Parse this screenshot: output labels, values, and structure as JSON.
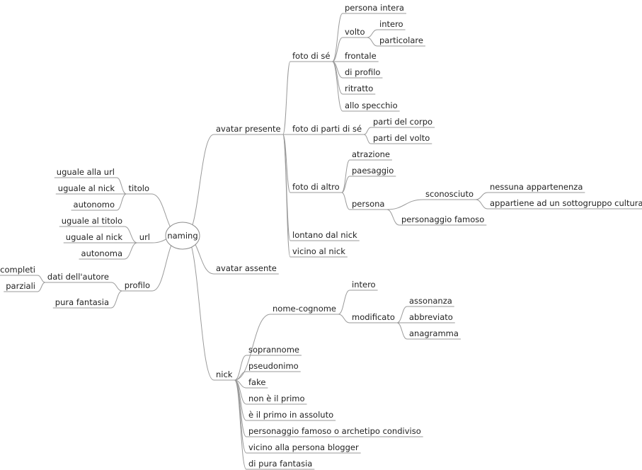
{
  "mindmap": {
    "root": "naming",
    "nodes": {
      "avatar_presente": "avatar presente",
      "foto_di_se": "foto di sé",
      "persona_intera": "persona intera",
      "volto": "volto",
      "volto_intero": "intero",
      "volto_particolare": "particolare",
      "frontale": "frontale",
      "di_profilo": "di profilo",
      "ritratto": "ritratto",
      "allo_specchio": "allo specchio",
      "foto_parti_se": "foto di parti di sé",
      "parti_corpo": "parti del corpo",
      "parti_volto": "parti del volto",
      "foto_altro": "foto di altro",
      "atrazione": "atrazione",
      "paesaggio": "paesaggio",
      "persona": "persona",
      "sconosciuto": "sconosciuto",
      "nessuna_appartenenza": "nessuna appartenenza",
      "appartiene_sottogruppo": "appartiene ad un sottogruppo culturale",
      "personaggio_famoso_avatar": "personaggio famoso",
      "lontano_nick": "lontano dal nick",
      "vicino_nick": "vicino al nick",
      "avatar_assente": "avatar assente",
      "nick": "nick",
      "nome_cognome": "nome-cognome",
      "nc_intero": "intero",
      "modificato": "modificato",
      "assonanza": "assonanza",
      "abbreviato": "abbreviato",
      "anagramma": "anagramma",
      "soprannome": "soprannome",
      "pseudonimo": "pseudonimo",
      "fake": "fake",
      "non_primo": "non è il primo",
      "primo_assoluto": "è il primo in assoluto",
      "famoso_archetipo": "personaggio famoso o archetipo condiviso",
      "vicino_blogger": "vicino alla persona blogger",
      "pura_fantasia_nick": "di pura fantasia",
      "titolo": "titolo",
      "uguale_url": "uguale alla url",
      "uguale_nick_titolo": "uguale al nick",
      "autonomo": "autonomo",
      "url": "url",
      "uguale_titolo": "uguale al titolo",
      "uguale_nick_url": "uguale al nick",
      "autonoma": "autonoma",
      "profilo": "profilo",
      "dati_autore": "dati dell'autore",
      "completi": "completi",
      "parziali": "parziali",
      "pura_fantasia_profilo": "pura fantasia"
    }
  }
}
